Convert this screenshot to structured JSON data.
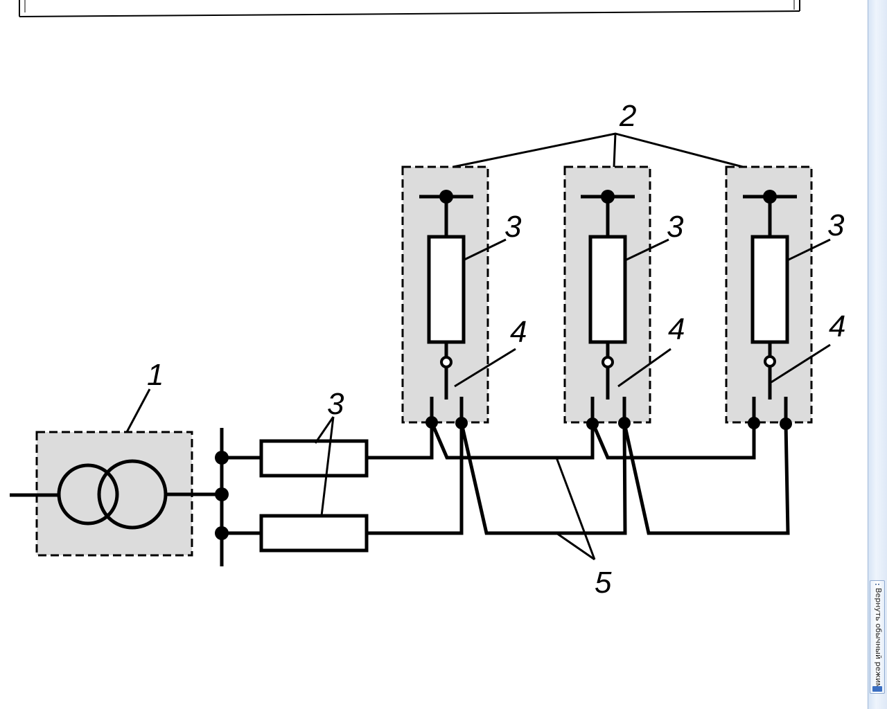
{
  "diagram": {
    "labels": {
      "transformer": "1",
      "cabinets": "2",
      "fuses_main": "3",
      "fuse_a": "3",
      "fuse_b": "3",
      "fuse_c": "3",
      "switch_a": "4",
      "switch_b": "4",
      "switch_c": "4",
      "cables": "5"
    }
  },
  "sidebar": {
    "return_button_label": "Вернуть обычный режим"
  },
  "colors": {
    "box_fill": "#dcdcdc",
    "line": "#000000",
    "panel_accent": "#3b6fc2"
  }
}
